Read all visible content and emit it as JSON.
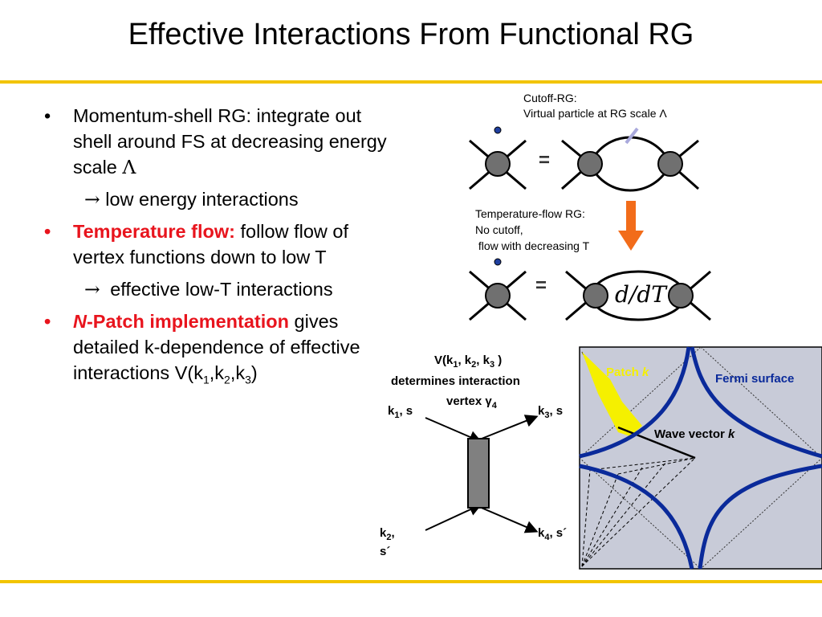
{
  "title": "Effective Interactions From Functional RG",
  "bullets": {
    "b1_text": "Momentum-shell RG: integrate out shell around FS at decreasing energy scale",
    "b1_symbol": "Λ",
    "b1_sub_arrow": "→",
    "b1_sub": "low energy interactions",
    "b2_red": "Temperature flow:",
    "b2_text": " follow flow of vertex functions down to low T",
    "b2_sub_arrow": "→",
    "b2_sub": "effective low-T interactions",
    "b3_red_n": "N",
    "b3_red": "-Patch implementation",
    "b3_text": " gives detailed k-dependence of effective interactions V(k",
    "b3_sub1": "1",
    "b3_sep1": ",k",
    "b3_sub2": "2",
    "b3_sep2": ",k",
    "b3_sub3": "3",
    "b3_close": ")"
  },
  "cutoff": {
    "line1": "Cutoff-RG:",
    "line2": "Virtual particle at RG scale Λ",
    "equals": "="
  },
  "tflow": {
    "line1": "Temperature-flow RG:",
    "line2": "No cutoff,",
    "line3": " flow with decreasing T",
    "equals": "=",
    "operator": "d/dT"
  },
  "vertex": {
    "caption1_pre": "V(k",
    "caption1_s1": "1",
    "caption1_m1": ", k",
    "caption1_s2": "2",
    "caption1_m2": ", k",
    "caption1_s3": "3",
    "caption1_post": " )",
    "caption2": "determines interaction",
    "caption3_pre": "vertex γ",
    "caption3_sub": "4",
    "k1_pre": "k",
    "k1_sub": "1",
    "k1_post": ", s",
    "k2_pre": "k",
    "k2_sub": "2",
    "k2_post": ",",
    "k2_line2": "s´",
    "k3_pre": "k",
    "k3_sub": "3",
    "k3_post": ", s",
    "k4_pre": "k",
    "k4_sub": "4",
    "k4_post": ", s´"
  },
  "fermi": {
    "patch_label_pre": "Patch ",
    "patch_label_k": "k",
    "fs_label": "Fermi surface",
    "wave_label_pre": "Wave vector ",
    "wave_label_k": "k"
  },
  "colors": {
    "rule": "#f2c400",
    "red": "#e8141d",
    "blue": "#0a2a9a",
    "panel": "#c8cbd8",
    "patch": "#f5f000",
    "arrow": "#f26c1a"
  }
}
